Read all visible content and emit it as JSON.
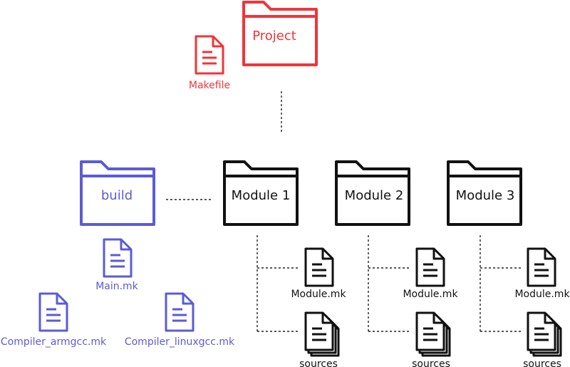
{
  "colors": {
    "project": "#f0353a",
    "build": "#5b5bd6",
    "module": "#111111",
    "connector": "#222222"
  },
  "project": {
    "folder_label": "Project",
    "makefile_label": "Makefile",
    "folder_icon": "folder-icon",
    "file_icon": "document-icon"
  },
  "build": {
    "folder_label": "build",
    "main_label": "Main.mk",
    "compiler_arm_label": "Compiler_armgcc.mk",
    "compiler_linux_label": "Compiler_linuxgcc.mk"
  },
  "modules": [
    {
      "folder_label": "Module 1",
      "file_label": "Module.mk",
      "sources_label": "sources"
    },
    {
      "folder_label": "Module 2",
      "file_label": "Module.mk",
      "sources_label": "sources"
    },
    {
      "folder_label": "Module 3",
      "file_label": "Module.mk",
      "sources_label": "sources"
    }
  ]
}
